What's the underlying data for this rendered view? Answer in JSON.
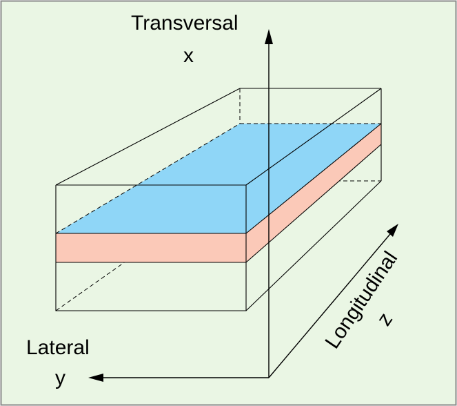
{
  "labels": {
    "transversal": "Transversal",
    "x_axis": "x",
    "lateral": "Lateral",
    "y_axis": "y",
    "longitudinal": "Longitudinal",
    "z_axis": "z"
  },
  "colors": {
    "background": "#eaf6e4",
    "frame": "#8a8a8a",
    "blue_layer": "#8fd6f7",
    "pink_layer": "#fbc9b8",
    "lines": "#000000"
  }
}
